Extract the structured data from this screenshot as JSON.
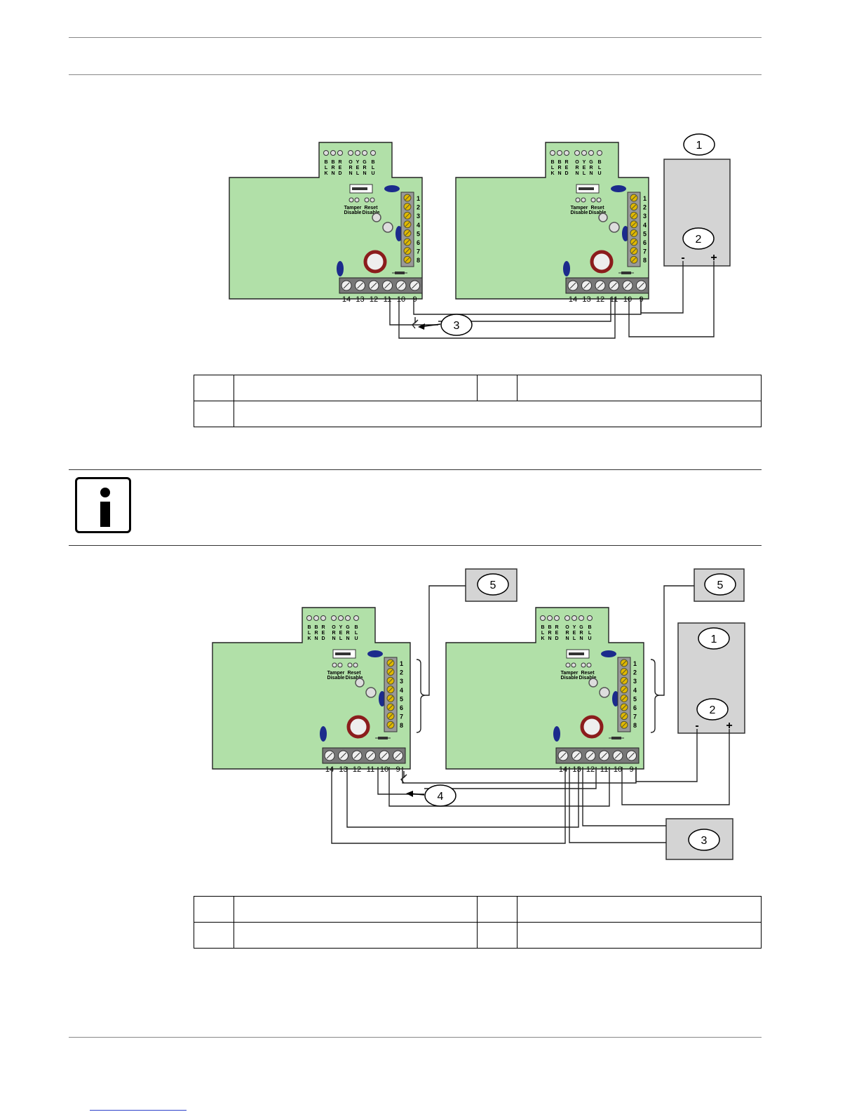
{
  "board": {
    "wire_labels": [
      "B\nL\nK",
      "B\nR\nN",
      "R\nE\nD",
      "O\nR\nN",
      "Y\nE\nL",
      "G\nR\nN",
      "B\nL\nU"
    ],
    "tamper_label": "Tamper\nDisable",
    "reset_label": "Reset\nDisable",
    "side_terminals": [
      "1",
      "2",
      "3",
      "4",
      "5",
      "6",
      "7",
      "8"
    ],
    "bottom_terminals": [
      "14",
      "13",
      "12",
      "11",
      "10",
      "9"
    ]
  },
  "diagram1": {
    "callouts": [
      "1",
      "2",
      "3"
    ],
    "psu_minus": "-",
    "psu_plus": "+"
  },
  "diagram2": {
    "callouts": [
      "5",
      "5",
      "1",
      "2",
      "4",
      "3"
    ],
    "psu_minus": "-",
    "psu_plus": "+"
  },
  "colors": {
    "board": "#b1e0a8",
    "box": "#d4d4d4",
    "terminal": "#e0b800",
    "oval": "#1c2b8c",
    "relay": "#8b1c1c"
  },
  "legend1": {
    "rows": [
      [
        "",
        "",
        "",
        ""
      ],
      [
        "",
        ""
      ]
    ]
  },
  "legend2": {
    "rows": [
      [
        "",
        "",
        "",
        ""
      ],
      [
        "",
        "",
        "",
        ""
      ]
    ]
  }
}
